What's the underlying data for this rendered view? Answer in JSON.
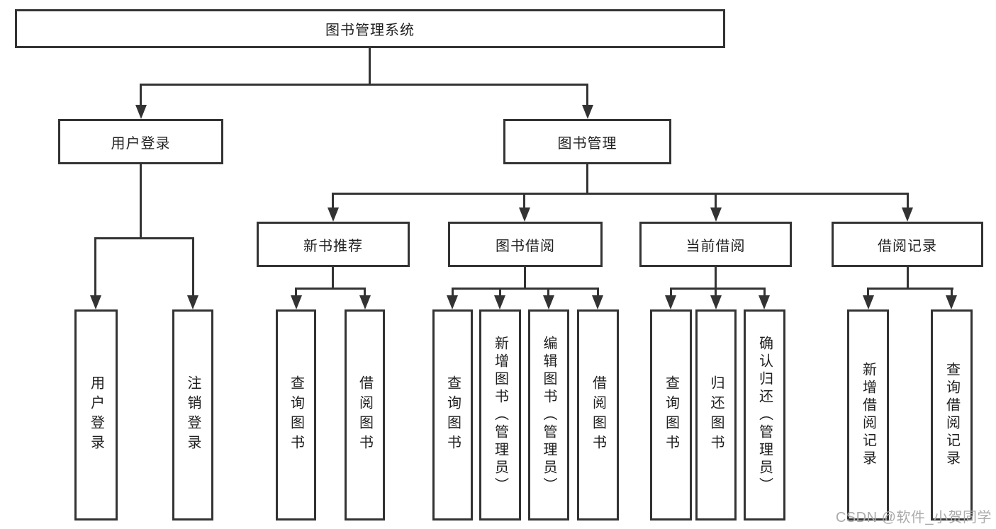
{
  "tree": {
    "label": "图书管理系统",
    "children": [
      {
        "label": "用户登录",
        "children": [
          {
            "label": "用户登录"
          },
          {
            "label": "注销登录"
          }
        ]
      },
      {
        "label": "图书管理",
        "children": [
          {
            "label": "新书推荐",
            "children": [
              {
                "label": "查询图书"
              },
              {
                "label": "借阅图书"
              }
            ]
          },
          {
            "label": "图书借阅",
            "children": [
              {
                "label": "查询图书"
              },
              {
                "label": "新增图书（管理员）"
              },
              {
                "label": "编辑图书（管理员）"
              },
              {
                "label": "借阅图书"
              }
            ]
          },
          {
            "label": "当前借阅",
            "children": [
              {
                "label": "查询图书"
              },
              {
                "label": "归还图书"
              },
              {
                "label": "确认归还（管理员）"
              }
            ]
          },
          {
            "label": "借阅记录",
            "children": [
              {
                "label": "新增借阅记录"
              },
              {
                "label": "查询借阅记录"
              }
            ]
          }
        ]
      }
    ]
  },
  "watermark": "CSDN @软件_小贺同学",
  "colors": {
    "line": "#333333",
    "text": "#1f1f1f",
    "background": "#ffffff",
    "watermark": "#ababab"
  }
}
